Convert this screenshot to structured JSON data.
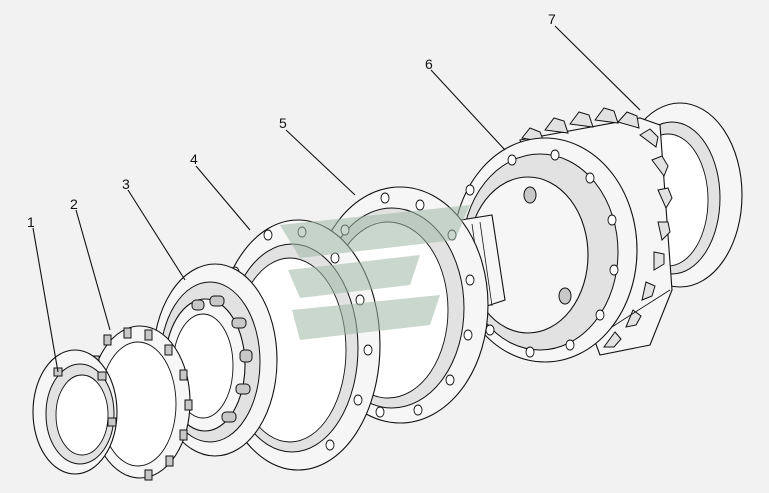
{
  "callouts": [
    {
      "label": "1"
    },
    {
      "label": "2"
    },
    {
      "label": "3"
    },
    {
      "label": "4"
    },
    {
      "label": "5"
    },
    {
      "label": "6"
    },
    {
      "label": "7"
    }
  ],
  "colors": {
    "background": "#f2f2f2",
    "line": "#111111",
    "watermark": "#9fb8a5"
  },
  "watermark_icon": "logo-watermark"
}
